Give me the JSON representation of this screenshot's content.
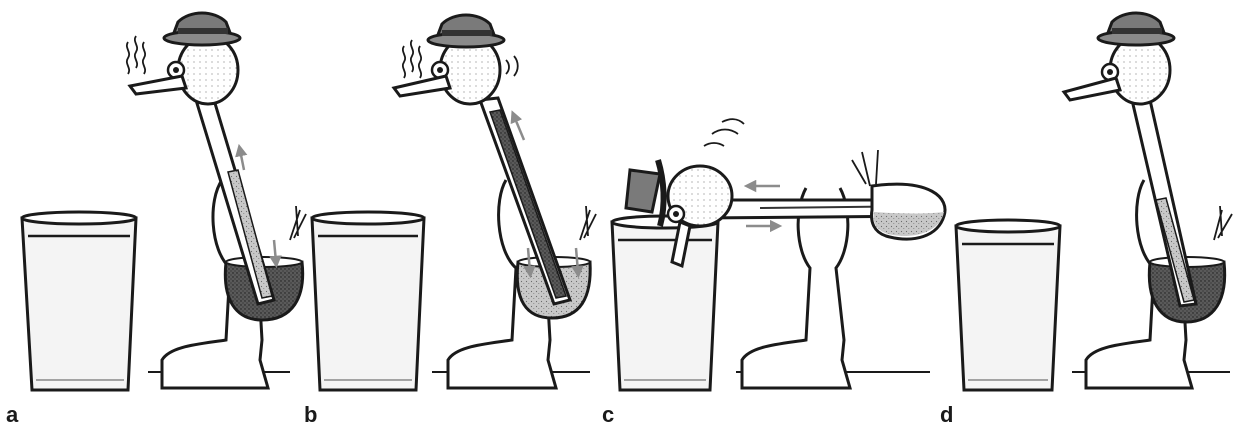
{
  "panels": [
    {
      "label": "a"
    },
    {
      "label": "b"
    },
    {
      "label": "c"
    },
    {
      "label": "d"
    }
  ],
  "colors": {
    "ink": "#1a1a1a",
    "hat": "#7a7a7a",
    "arrow": "#8c8c8c",
    "liquid_dark": "#3a3a3a",
    "liquid_light": "#bfbfbf",
    "glass_fill": "#f2f2f2"
  },
  "icons": [
    "drinking-bird",
    "water-glass",
    "hat",
    "flow-arrow",
    "heat-waves"
  ]
}
